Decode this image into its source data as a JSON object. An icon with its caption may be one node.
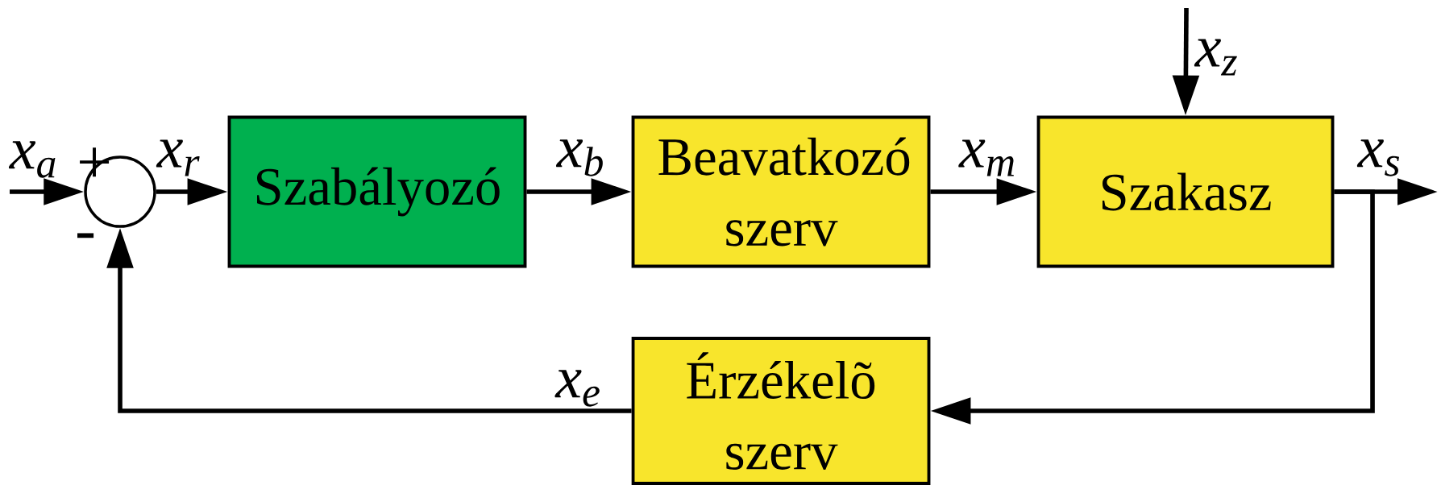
{
  "diagram": {
    "nodes": [
      {
        "text": [],
        "shape": "circle"
      },
      {
        "text": [
          "Szabályozó"
        ]
      },
      {
        "text": [
          "Beavatkozó szerv"
        ]
      },
      {
        "text": [
          "Szakasz"
        ]
      },
      {
        "text": [
          "Érzékelõ szerv"
        ]
      }
    ],
    "edges": [
      {
        "from": null,
        "to": 0,
        "arrow": "to",
        "label": "x$_{a}$"
      },
      {
        "from": 0,
        "to": 1,
        "arrow": "to",
        "label": "x$_{r}$"
      },
      {
        "from": 1,
        "to": 2,
        "arrow": "to",
        "label": "x$_{b}$"
      },
      {
        "from": 2,
        "to": 3,
        "arrow": "to",
        "label": "x$_{m}$"
      },
      {
        "from": null,
        "to": 3,
        "arrow": "to",
        "label": "x$_{z}$"
      },
      {
        "from": 3,
        "to": null,
        "arrow": "to",
        "label": "x$_{s}$"
      },
      {
        "from": 3,
        "to": 4,
        "arrow": "to"
      },
      {
        "from": 4,
        "to": 0,
        "arrow": "to",
        "label": "x$_{e}$"
      }
    ],
    "labels": [
      "+",
      "-"
    ]
  }
}
